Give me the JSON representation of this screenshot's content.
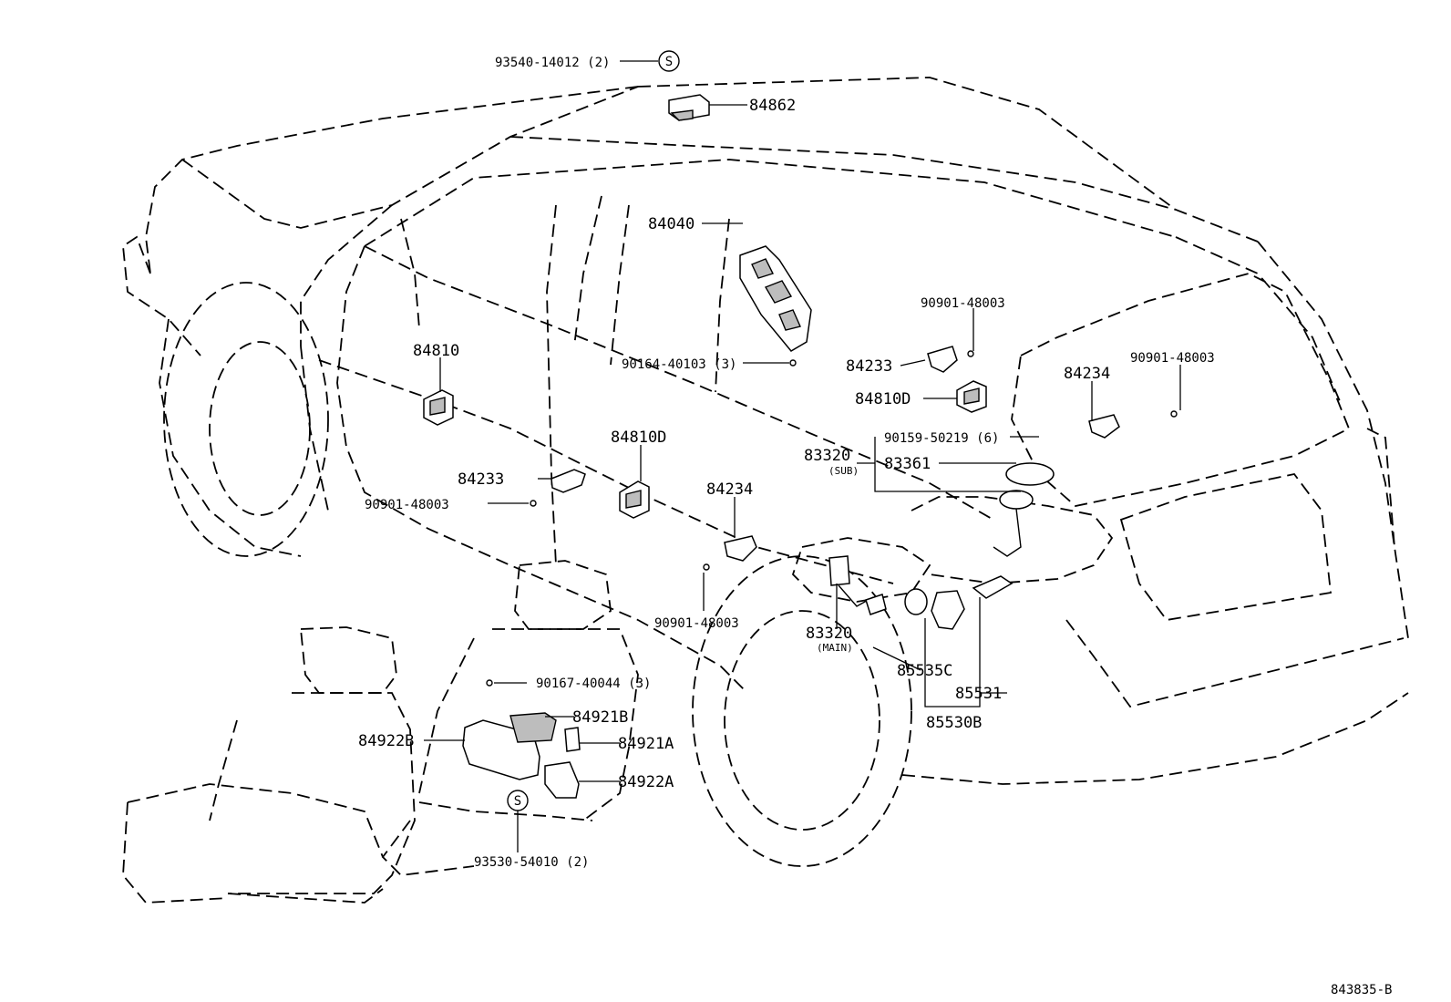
{
  "diagram": {
    "labels": {
      "screw_top": "93540-14012 (2)",
      "p84862": "84862",
      "p84040": "84040",
      "screw_90164": "90164-40103 (3)",
      "screw_r1": "90901-48003",
      "p84233_r": "84233",
      "p84810d_r": "84810D",
      "screw_90159": "90159-50219 (6)",
      "p84234_r": "84234",
      "screw_r2": "90901-48003",
      "p84810": "84810",
      "p84810d_c": "84810D",
      "p83320_sub": "83320",
      "sub_note": "(SUB)",
      "p83361": "83361",
      "p84233_l": "84233",
      "screw_l": "90901-48003",
      "p84234_c": "84234",
      "screw_c": "90901-48003",
      "p83320_main": "83320",
      "main_note": "(MAIN)",
      "p85535c": "85535C",
      "p85531": "85531",
      "p85530b": "85530B",
      "screw_90167": "90167-40044 (3)",
      "p84921b": "84921B",
      "p84922b": "84922B",
      "p84921a": "84921A",
      "p84922a": "84922A",
      "screw_bottom": "93530-54010 (2)",
      "screw_symbol": "S",
      "ref": "843835-B"
    }
  }
}
